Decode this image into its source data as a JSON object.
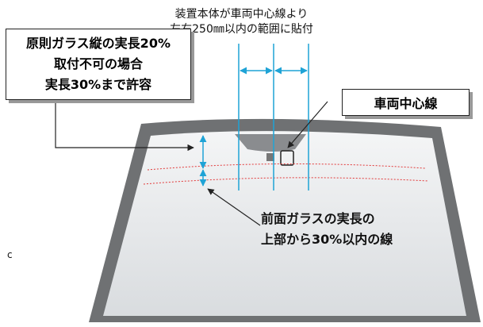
{
  "top_note": {
    "line1": "装置本体が車両中心線より",
    "line2": "左右250㎜以内の範囲に貼付"
  },
  "left_box": {
    "line1": "原則ガラス縦の実長20%",
    "line2": "取付不可の場合",
    "line3": "実長30%まで許容"
  },
  "right_box": {
    "label": "車両中心線"
  },
  "bottom_label": {
    "line1": "前面ガラスの実長の",
    "line2": "上部から30%以内の線"
  },
  "stray_mark": "c",
  "colors": {
    "glass_frame": "#6f7173",
    "glass_pane": "#e6e8ea",
    "cyan_arrow": "#1fa3d6",
    "red_dotted": "#e23b3b"
  }
}
